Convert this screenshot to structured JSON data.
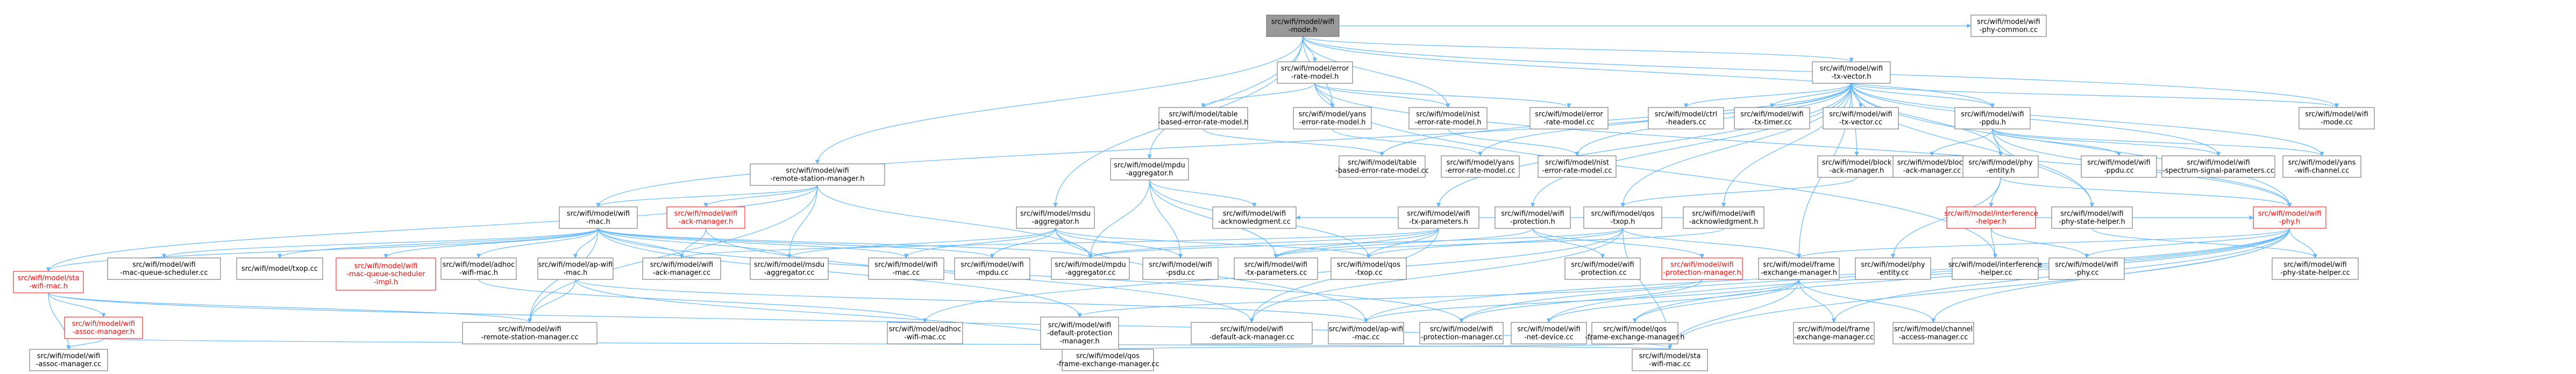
{
  "colors": {
    "edge": "#63b8ff",
    "box_border": "#666666",
    "box_fill": "#ffffff",
    "root_fill": "#999999",
    "root_border": "#666666",
    "red_border": "#ff0000",
    "text": "#000000",
    "red_text": "#ff0000"
  },
  "nodes": {
    "mode_h": {
      "lines": [
        "src/wifi/model/wifi",
        "-mode.h"
      ],
      "style": "root"
    },
    "phy_common": {
      "lines": [
        "src/wifi/model/wifi",
        "-phy-common.cc"
      ]
    },
    "err_rate_h": {
      "lines": [
        "src/wifi/model/error",
        "-rate-model.h"
      ]
    },
    "txvec_h": {
      "lines": [
        "src/wifi/model/wifi",
        "-tx-vector.h"
      ]
    },
    "rsm_h": {
      "lines": [
        "src/wifi/model/wifi",
        "-remote-station-manager.h"
      ]
    },
    "mpdu_agg_h": {
      "lines": [
        "src/wifi/model/mpdu",
        "-aggregator.h"
      ]
    },
    "msdu_agg_h": {
      "lines": [
        "src/wifi/model/msdu",
        "-aggregator.h"
      ]
    },
    "table_h": {
      "lines": [
        "src/wifi/model/table",
        "-based-error-rate-model.h"
      ]
    },
    "yans_err_h": {
      "lines": [
        "src/wifi/model/yans",
        "-error-rate-model.h"
      ]
    },
    "nist_err_h": {
      "lines": [
        "src/wifi/model/nist",
        "-error-rate-model.h"
      ]
    },
    "err_rate_cc": {
      "lines": [
        "src/wifi/model/error",
        "-rate-model.cc"
      ]
    },
    "ctrl_headers": {
      "lines": [
        "src/wifi/model/ctrl",
        "-headers.cc"
      ]
    },
    "tx_timer": {
      "lines": [
        "src/wifi/model/wifi",
        "-tx-timer.cc"
      ]
    },
    "txvec_cc": {
      "lines": [
        "src/wifi/model/wifi",
        "-tx-vector.cc"
      ]
    },
    "ppdu_h": {
      "lines": [
        "src/wifi/model/wifi",
        "-ppdu.h"
      ]
    },
    "mode_cc": {
      "lines": [
        "src/wifi/model/wifi",
        "-mode.cc"
      ]
    },
    "block_ack_h": {
      "lines": [
        "src/wifi/model/block",
        "-ack-manager.h"
      ]
    },
    "qos_txop_h": {
      "lines": [
        "src/wifi/model/qos",
        "-txop.h"
      ]
    },
    "ack_h": {
      "lines": [
        "src/wifi/model/wifi",
        "-acknowledgment.h"
      ]
    },
    "txp_h": {
      "lines": [
        "src/wifi/model/wifi",
        "-tx-parameters.h"
      ]
    },
    "prot_h": {
      "lines": [
        "src/wifi/model/wifi",
        "-protection.h"
      ]
    },
    "table_cc": {
      "lines": [
        "src/wifi/model/table",
        "-based-error-rate-model.cc"
      ]
    },
    "yans_err_cc": {
      "lines": [
        "src/wifi/model/yans",
        "-error-rate-model.cc"
      ]
    },
    "nist_err_cc": {
      "lines": [
        "src/wifi/model/nist",
        "-error-rate-model.cc"
      ]
    },
    "block_ack_cc": {
      "lines": [
        "src/wifi/model/block",
        "-ack-manager.cc"
      ]
    },
    "phy_entity_h": {
      "lines": [
        "src/wifi/model/phy",
        "-entity.h"
      ]
    },
    "ppdu_cc": {
      "lines": [
        "src/wifi/model/wifi",
        "-ppdu.cc"
      ]
    },
    "ssp_cc": {
      "lines": [
        "src/wifi/model/wifi",
        "-spectrum-signal-parameters.cc"
      ]
    },
    "psh_h": {
      "lines": [
        "src/wifi/model/wifi",
        "-phy-state-helper.h"
      ]
    },
    "yans_chan_cc": {
      "lines": [
        "src/wifi/model/yans",
        "-wifi-channel.cc"
      ]
    },
    "ack_cc": {
      "lines": [
        "src/wifi/model/wifi",
        "-acknowledgment.cc"
      ]
    },
    "mac_h": {
      "lines": [
        "src/wifi/model/wifi",
        "-mac.h"
      ]
    },
    "ack_mgr_h": {
      "lines": [
        "src/wifi/model/wifi",
        "-ack-manager.h"
      ],
      "style": "red"
    },
    "interf_h": {
      "lines": [
        "src/wifi/model/interference",
        "-helper.h"
      ],
      "style": "red"
    },
    "phy_h": {
      "lines": [
        "src/wifi/model/wifi",
        "-phy.h"
      ],
      "style": "red"
    },
    "sta_mac_h": {
      "lines": [
        "src/wifi/model/sta",
        "-wifi-mac.h"
      ],
      "style": "red"
    },
    "mqs_cc": {
      "lines": [
        "src/wifi/model/wifi",
        "-mac-queue-scheduler.cc"
      ]
    },
    "txop_cc": {
      "lines": [
        "src/wifi/model/txop.cc"
      ]
    },
    "mqsi_h": {
      "lines": [
        "src/wifi/model/wifi",
        "-mac-queue-scheduler",
        "-impl.h"
      ],
      "style": "red"
    },
    "adhoc_h": {
      "lines": [
        "src/wifi/model/adhoc",
        "-wifi-mac.h"
      ]
    },
    "ap_h": {
      "lines": [
        "src/wifi/model/ap-wifi",
        "-mac.h"
      ]
    },
    "ack_mgr_cc": {
      "lines": [
        "src/wifi/model/wifi",
        "-ack-manager.cc"
      ]
    },
    "msdu_agg_cc": {
      "lines": [
        "src/wifi/model/msdu",
        "-aggregator.cc"
      ]
    },
    "mac_cc": {
      "lines": [
        "src/wifi/model/wifi",
        "-mac.cc"
      ]
    },
    "mpdu_cc": {
      "lines": [
        "src/wifi/model/wifi",
        "-mpdu.cc"
      ]
    },
    "mpdu_agg_cc": {
      "lines": [
        "src/wifi/model/mpdu",
        "-aggregator.cc"
      ]
    },
    "psdu_cc": {
      "lines": [
        "src/wifi/model/wifi",
        "-psdu.cc"
      ]
    },
    "txp_cc": {
      "lines": [
        "src/wifi/model/wifi",
        "-tx-parameters.cc"
      ]
    },
    "qos_txop_cc": {
      "lines": [
        "src/wifi/model/qos",
        "-txop.cc"
      ]
    },
    "prot_cc": {
      "lines": [
        "src/wifi/model/wifi",
        "-protection.cc"
      ]
    },
    "prot_mgr_h": {
      "lines": [
        "src/wifi/model/wifi",
        "-protection-manager.h"
      ],
      "style": "red"
    },
    "fem_h": {
      "lines": [
        "src/wifi/model/frame",
        "-exchange-manager.h"
      ]
    },
    "phy_entity_cc": {
      "lines": [
        "src/wifi/model/phy",
        "-entity.cc"
      ]
    },
    "interf_cc": {
      "lines": [
        "src/wifi/model/interference",
        "-helper.cc"
      ]
    },
    "phy_cc": {
      "lines": [
        "src/wifi/model/wifi",
        "-phy.cc"
      ]
    },
    "psh_cc": {
      "lines": [
        "src/wifi/model/wifi",
        "-phy-state-helper.cc"
      ]
    },
    "assoc_h": {
      "lines": [
        "src/wifi/model/wifi",
        "-assoc-manager.h"
      ],
      "style": "red"
    },
    "rsm_cc": {
      "lines": [
        "src/wifi/model/wifi",
        "-remote-station-manager.cc"
      ]
    },
    "adhoc_cc": {
      "lines": [
        "src/wifi/model/adhoc",
        "-wifi-mac.cc"
      ]
    },
    "def_prot_h": {
      "lines": [
        "src/wifi/model/wifi",
        "-default-protection",
        "-manager.h"
      ]
    },
    "def_ack_cc": {
      "lines": [
        "src/wifi/model/wifi",
        "-default-ack-manager.cc"
      ]
    },
    "ap_cc": {
      "lines": [
        "src/wifi/model/ap-wifi",
        "-mac.cc"
      ]
    },
    "prot_mgr_cc": {
      "lines": [
        "src/wifi/model/wifi",
        "-protection-manager.cc"
      ]
    },
    "net_dev_cc": {
      "lines": [
        "src/wifi/model/wifi",
        "-net-device.cc"
      ]
    },
    "qos_fem_h": {
      "lines": [
        "src/wifi/model/qos",
        "-frame-exchange-manager.h"
      ]
    },
    "fem_cc": {
      "lines": [
        "src/wifi/model/frame",
        "-exchange-manager.cc"
      ]
    },
    "chan_acc_cc": {
      "lines": [
        "src/wifi/model/channel",
        "-access-manager.cc"
      ]
    },
    "assoc_cc": {
      "lines": [
        "src/wifi/model/wifi",
        "-assoc-manager.cc"
      ]
    },
    "qos_fem_cc": {
      "lines": [
        "src/wifi/model/qos",
        "-frame-exchange-manager.cc"
      ]
    },
    "sta_mac_cc": {
      "lines": [
        "src/wifi/model/sta",
        "-wifi-mac.cc"
      ]
    }
  }
}
